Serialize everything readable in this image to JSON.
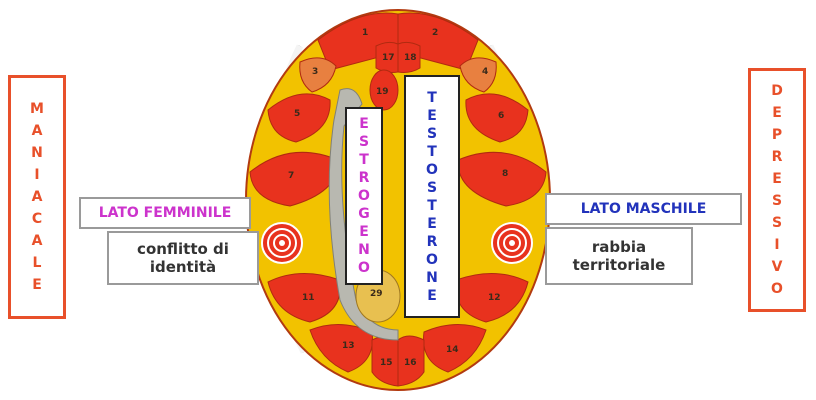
{
  "left_side": {
    "vertical_label": [
      "M",
      "A",
      "N",
      "I",
      "A",
      "C",
      "A",
      "L",
      "E"
    ],
    "side_label": "LATO FEMMINILE",
    "conflict_line1": "conflitto di",
    "conflict_line2": "identità"
  },
  "right_side": {
    "vertical_label": [
      "D",
      "E",
      "P",
      "R",
      "E",
      "S",
      "S",
      "I",
      "V",
      "O"
    ],
    "side_label": "LATO MASCHILE",
    "conflict_line1": "rabbia",
    "conflict_line2": "territoriale"
  },
  "center": {
    "estrogeno": [
      "E",
      "S",
      "T",
      "R",
      "O",
      "G",
      "E",
      "N",
      "O"
    ],
    "testosterone": [
      "T",
      "E",
      "S",
      "T",
      "O",
      "S",
      "T",
      "E",
      "R",
      "O",
      "N",
      "E"
    ]
  },
  "region_numbers": [
    "1",
    "2",
    "3",
    "4",
    "5",
    "6",
    "7",
    "8",
    "11",
    "12",
    "13",
    "14",
    "15",
    "16",
    "17",
    "18",
    "19",
    "29"
  ],
  "colors": {
    "accent_orange": "#e8502a",
    "estrogeno": "#cc33cc",
    "testosterone": "#2233bb",
    "region_red": "#e8321e",
    "region_yellow": "#f2c200"
  }
}
